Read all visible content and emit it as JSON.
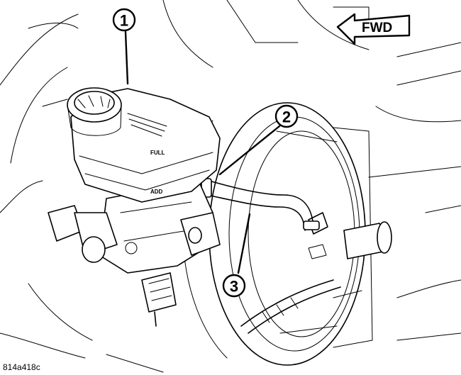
{
  "callouts": [
    {
      "label": "1"
    },
    {
      "label": "2"
    },
    {
      "label": "3"
    }
  ],
  "direction_arrow": {
    "label": "FWD"
  },
  "reservoir_marks": {
    "full": "FULL",
    "add": "ADD"
  },
  "figure_ref": "814a418c"
}
